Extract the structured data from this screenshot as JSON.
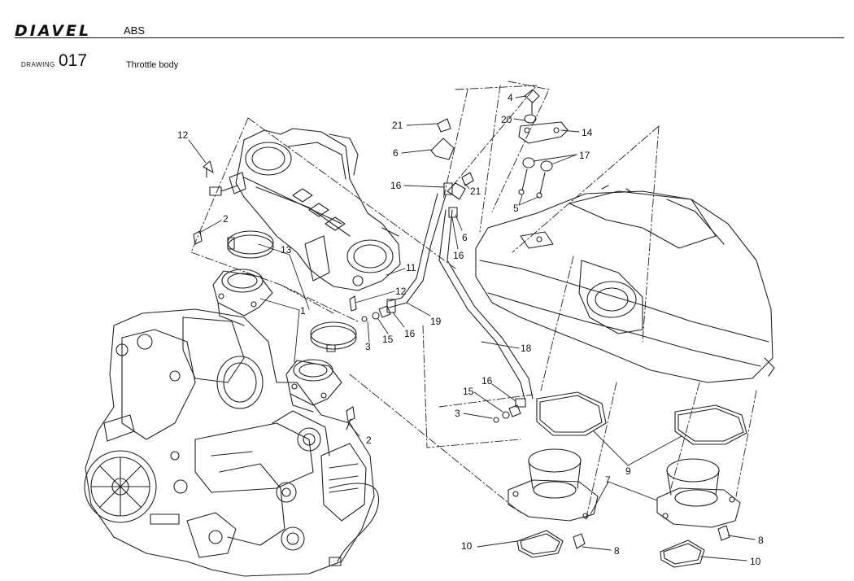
{
  "header": {
    "brand": "DIAVEL",
    "model": "ABS"
  },
  "drawing": {
    "word": "DRAWING",
    "number": "017",
    "title": "Throttle body"
  },
  "callouts": {
    "c12a": "12",
    "c2a": "2",
    "c13": "13",
    "c1": "1",
    "c3a": "3",
    "c15a": "15",
    "c16a": "16",
    "c11": "11",
    "c12b": "12",
    "c19": "19",
    "c21a": "21",
    "c6a": "6",
    "c16b": "16",
    "c21b": "21",
    "c6b": "6",
    "c16c": "16",
    "c4": "4",
    "c20": "20",
    "c14": "14",
    "c17": "17",
    "c5": "5",
    "c18": "18",
    "c16d": "16",
    "c15b": "15",
    "c3b": "3",
    "c2b": "2",
    "c9": "9",
    "c7": "7",
    "c10a": "10",
    "c8a": "8",
    "c8b": "8",
    "c10b": "10"
  }
}
